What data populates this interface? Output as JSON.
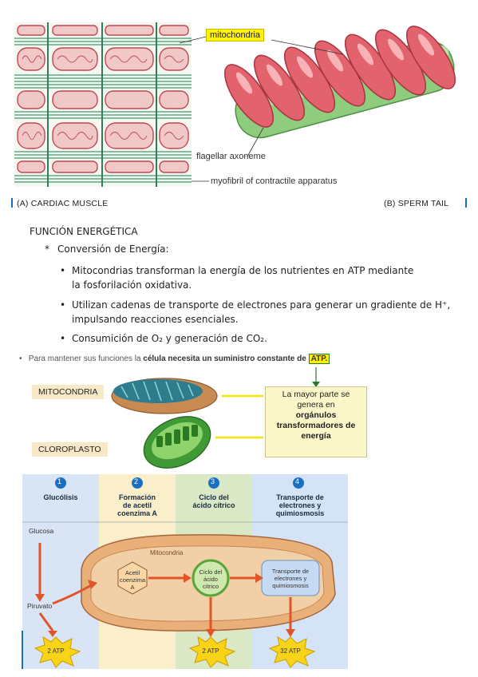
{
  "figure_top": {
    "label_mitochondria": "mitochondria",
    "label_axoneme": "flagellar axoneme",
    "label_myofibril": "myofibril of contractile apparatus",
    "caption_a": "(A)  CARDIAC MUSCLE",
    "caption_b": "(B)  SPERM TAIL"
  },
  "section": {
    "heading": "FUNCIÓN ENERGÉTICA",
    "sub_bullet_marker": "*",
    "sub_heading": "Conversión de Energía:",
    "bullet_marker": "•",
    "bullets": [
      {
        "line1": "Mitocondrias transforman la energía de los nutrientes en ATP mediante",
        "line2": "la fosforilación oxidativa."
      },
      {
        "line1": "Utilizan cadenas de transporte de electrones para generar un gradiente de H⁺,",
        "line2": "impulsando reacciones esenciales."
      },
      {
        "line1": "Consumición de O₂ y generación de CO₂.",
        "line2": ""
      }
    ]
  },
  "figure_mid": {
    "note_marker": "•",
    "note_text": "Para mantener sus funciones la",
    "note_bold": "célula necesita un suministro constante de",
    "note_atp": "ATP.",
    "label_mito": "MITOCONDRIA",
    "label_chloro": "CLOROPLASTO",
    "box_line1": "La mayor parte se",
    "box_line2": "genera en",
    "box_line3": "orgánulos",
    "box_line4": "transformadores de",
    "box_line5": "energía"
  },
  "figure_bottom": {
    "steps": [
      {
        "num": "1",
        "title1": "Glucólisis",
        "title2": "",
        "title3": ""
      },
      {
        "num": "2",
        "title1": "Formación",
        "title2": "de acetil",
        "title3": "coenzima A"
      },
      {
        "num": "3",
        "title1": "Ciclo del",
        "title2": "ácido cítrico",
        "title3": ""
      },
      {
        "num": "4",
        "title1": "Transporte de",
        "title2": "electrones y",
        "title3": "quimiosmosis"
      }
    ],
    "glucosa": "Glucosa",
    "piruvato": "Piruvato",
    "mitocondria": "Mitocondria",
    "acetil1": "Acetil",
    "acetil2": "coenzima",
    "acetil3": "A",
    "ciclo1": "Ciclo del",
    "ciclo2": "ácido",
    "ciclo3": "cítrico",
    "transp1": "Transporte de",
    "transp2": "electrones y",
    "transp3": "quimiosmosis",
    "atp1": "2 ATP",
    "atp2": "2 ATP",
    "atp3": "32 ATP"
  },
  "colors": {
    "col1": "#d9e4f5",
    "col2": "#fbeecb",
    "col3": "#dbe8c6",
    "col4": "#d4e4f6",
    "accent_blue": "#1a6fc2",
    "yellow": "#fff200"
  }
}
